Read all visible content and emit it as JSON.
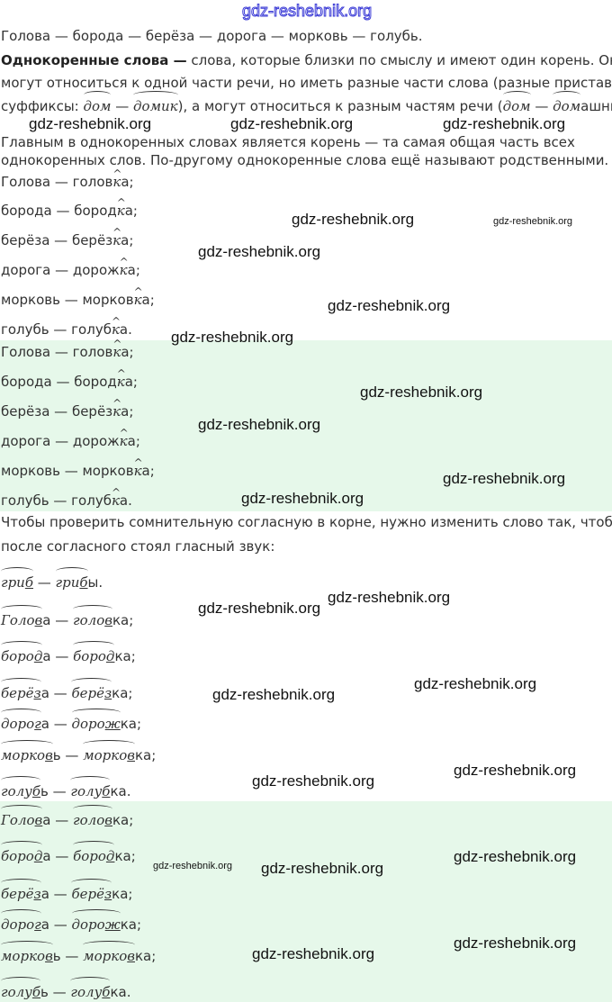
{
  "watermark": "gdz-reshebnik.org",
  "intro": {
    "chain": "Голова — борода — берёза — дорога — морковь — голубь.",
    "def_bold": "Однокоренные слова —",
    "def_rest": " слова, которые близки по смыслу и имеют один корень. Они",
    "line2": "могут относиться к одной части речи, но иметь разные части слова (разные приставки и",
    "line3_a": "суффиксы: ",
    "dom": "дом",
    "dash": " — ",
    "domik": "домик",
    "line3_b": "), а могут относиться к разным частям речи (",
    "dom_suffix": "ашний",
    "line3_c": ").",
    "line3_open": "(",
    "main1": "Главным в однокоренных словах является корень — та самая общая часть всех",
    "main2": "однокоренных слов. По-другому однокоренные слова ещё называют родственными."
  },
  "pairs": [
    {
      "word": "Голова",
      "rel_pre": "голов",
      "suf": "к",
      "rel_post": "а",
      "punct": ";"
    },
    {
      "word": "борода",
      "rel_pre": "бород",
      "suf": "к",
      "rel_post": "а",
      "punct": ";"
    },
    {
      "word": "берёза",
      "rel_pre": "берёз",
      "suf": "к",
      "rel_post": "а",
      "punct": ";"
    },
    {
      "word": "дорога",
      "rel_pre": "дорож",
      "suf": "к",
      "rel_post": "а",
      "punct": ";"
    },
    {
      "word": "морковь",
      "rel_pre": "морков",
      "suf": "к",
      "rel_post": "а",
      "punct": ";"
    },
    {
      "word": "голубь",
      "rel_pre": "голуб",
      "suf": "к",
      "rel_post": "а",
      "punct": "."
    }
  ],
  "check": {
    "line1": "Чтобы проверить сомнительную согласную в корне, нужно изменить слово так, чтобы",
    "line2": "после согласного стоял гласный звук:"
  },
  "roots": [
    {
      "a_pre": "гри",
      "a_mark": "б",
      "a_end": "",
      "b_pre": "гри",
      "b_mark": "б",
      "b_end": "ы",
      "punct": "."
    },
    {
      "a_pre": "Голо",
      "a_mark": "в",
      "a_end": "а",
      "b_pre": "голо",
      "b_mark": "в",
      "b_end": "ка",
      "punct": ";"
    },
    {
      "a_pre": "боро",
      "a_mark": "д",
      "a_end": "а",
      "b_pre": "боро",
      "b_mark": "д",
      "b_end": "ка",
      "punct": ";"
    },
    {
      "a_pre": "берё",
      "a_mark": "з",
      "a_end": "а",
      "b_pre": "берё",
      "b_mark": "з",
      "b_end": "ка",
      "punct": ";"
    },
    {
      "a_pre": "доро",
      "a_mark": "г",
      "a_end": "а",
      "b_pre": "доро",
      "b_mark": "ж",
      "b_end": "ка",
      "punct": ";"
    },
    {
      "a_pre": "морко",
      "a_mark": "в",
      "a_end": "ь",
      "b_pre": "морко",
      "b_mark": "в",
      "b_end": "ка",
      "punct": ";"
    },
    {
      "a_pre": "голу",
      "a_mark": "б",
      "a_end": "ь",
      "b_pre": "голу",
      "b_mark": "б",
      "b_end": "ка",
      "punct": "."
    }
  ],
  "dash": " — "
}
